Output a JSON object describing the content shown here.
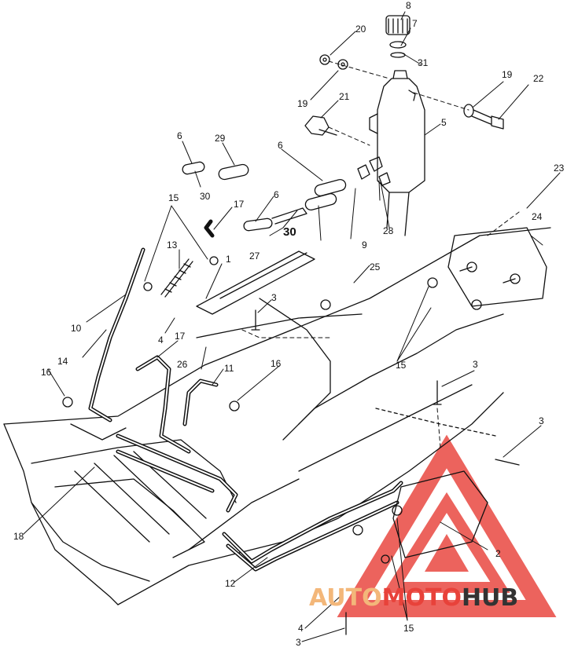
{
  "diagram": {
    "callouts": [
      {
        "id": "c8",
        "text": "8"
      },
      {
        "id": "c7",
        "text": "7"
      },
      {
        "id": "c20",
        "text": "20"
      },
      {
        "id": "c31",
        "text": "31"
      },
      {
        "id": "c19a",
        "text": "19"
      },
      {
        "id": "c21",
        "text": "21"
      },
      {
        "id": "c19b",
        "text": "19"
      },
      {
        "id": "c22",
        "text": "22"
      },
      {
        "id": "c5",
        "text": "5"
      },
      {
        "id": "c6a",
        "text": "6"
      },
      {
        "id": "c29",
        "text": "29"
      },
      {
        "id": "c30a",
        "text": "30"
      },
      {
        "id": "c6b",
        "text": "6"
      },
      {
        "id": "c23",
        "text": "23"
      },
      {
        "id": "c15a",
        "text": "15"
      },
      {
        "id": "c17a",
        "text": "17"
      },
      {
        "id": "c6c",
        "text": "6"
      },
      {
        "id": "c30b",
        "text": "30"
      },
      {
        "id": "c28",
        "text": "28"
      },
      {
        "id": "c24",
        "text": "24"
      },
      {
        "id": "c13",
        "text": "13"
      },
      {
        "id": "c27",
        "text": "27"
      },
      {
        "id": "c9",
        "text": "9"
      },
      {
        "id": "c1",
        "text": "1"
      },
      {
        "id": "c25",
        "text": "25"
      },
      {
        "id": "c10",
        "text": "10"
      },
      {
        "id": "c3a",
        "text": "3"
      },
      {
        "id": "c14",
        "text": "14"
      },
      {
        "id": "c4a",
        "text": "4"
      },
      {
        "id": "c17b",
        "text": "17"
      },
      {
        "id": "c26",
        "text": "26"
      },
      {
        "id": "c15b",
        "text": "15"
      },
      {
        "id": "c3b",
        "text": "3"
      },
      {
        "id": "c16a",
        "text": "16"
      },
      {
        "id": "c11",
        "text": "11"
      },
      {
        "id": "c16b",
        "text": "16"
      },
      {
        "id": "c3c",
        "text": "3"
      },
      {
        "id": "c18",
        "text": "18"
      },
      {
        "id": "c2",
        "text": "2"
      },
      {
        "id": "c12",
        "text": "12"
      },
      {
        "id": "c4b",
        "text": "4"
      },
      {
        "id": "c15c",
        "text": "15"
      },
      {
        "id": "c3d",
        "text": "3"
      }
    ]
  },
  "watermark": {
    "part1": "AUTO",
    "part2": "MOTO",
    "part3": "HUB",
    "color1": "#f3b77a",
    "color2": "#e8423a",
    "color3": "#333333"
  },
  "colors": {
    "line": "#111111",
    "watermark_red": "#e8423a"
  }
}
